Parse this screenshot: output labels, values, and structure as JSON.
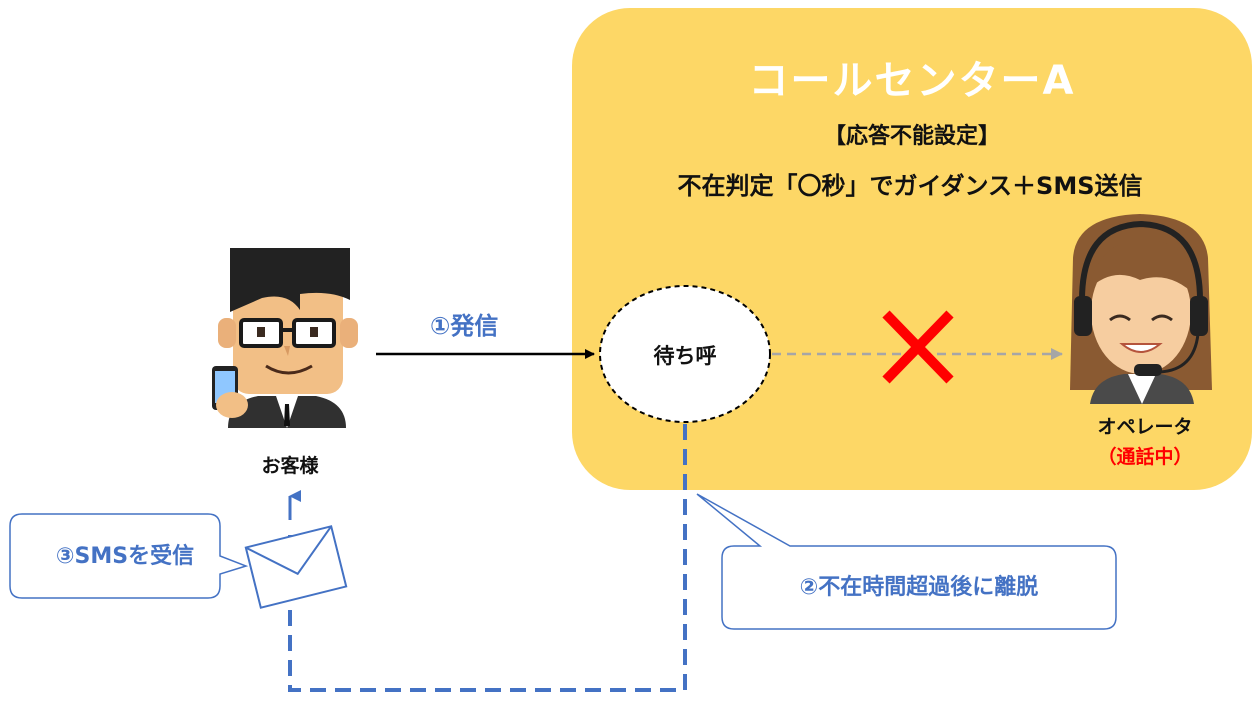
{
  "call_center": {
    "title": "コールセンターA",
    "setting_heading": "【応答不能設定】",
    "setting_detail": "不在判定「〇秒」でガイダンス＋SMS送信"
  },
  "customer": {
    "label": "お客様"
  },
  "operator": {
    "label": "オペレータ",
    "status": "（通話中）"
  },
  "flow": {
    "step1_label": "①発信",
    "queue_label": "待ち呼",
    "step2_label": "②不在時間超過後に離脱",
    "step3_label": "③SMSを受信"
  },
  "colors": {
    "call_center_fill": "#fdd766",
    "flow_blue": "#4472c4",
    "cross_red": "#ff0000",
    "status_red": "#ff0000",
    "dashed_gray": "#a6a6a6"
  }
}
